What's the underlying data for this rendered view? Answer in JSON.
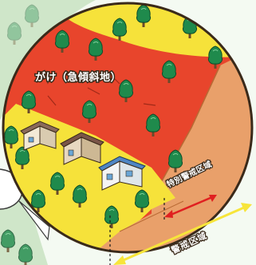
{
  "labels": {
    "cliff": "がけ（急傾斜地）",
    "special_warning_zone": "特別警戒区域",
    "warning_zone": "警戒区域"
  },
  "colors": {
    "cliff_red": "#e8452c",
    "slope_orange": "#e9a06a",
    "ground_yellow": "#f6e23a",
    "outer_green": "#b9d8b1",
    "arrow_red": "#e02020",
    "arrow_yellow": "#f7e53a",
    "label_outline": "#3a2a1a"
  },
  "icons": [
    "tree-icon",
    "house-icon",
    "double-arrow-icon"
  ]
}
